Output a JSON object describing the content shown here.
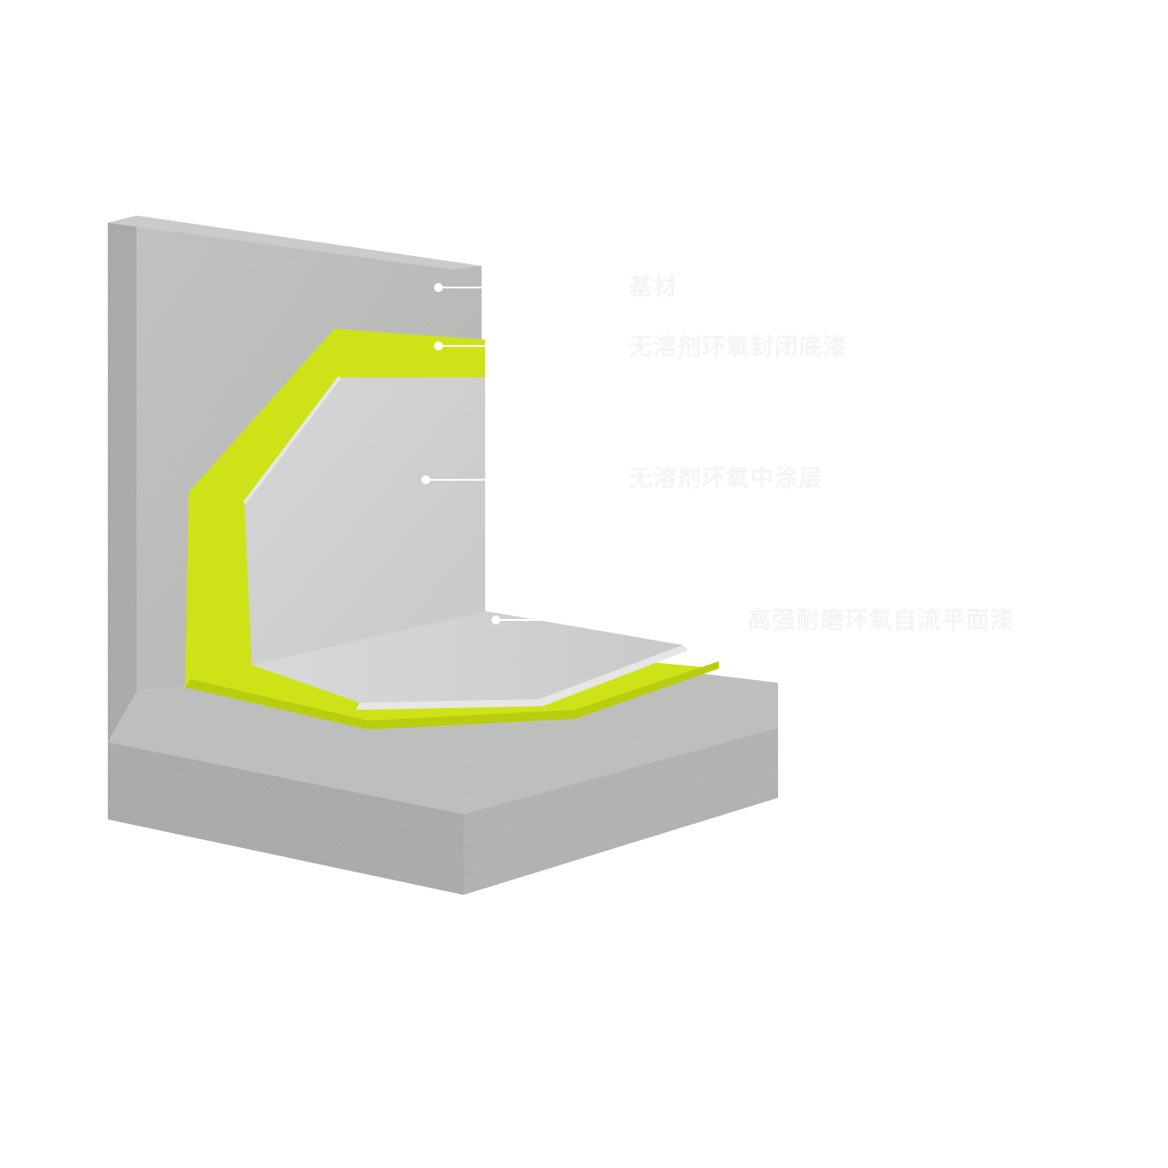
{
  "diagram": {
    "layers": [
      {
        "id": "substrate",
        "label": "基材"
      },
      {
        "id": "primer",
        "label": "无溶剂环氧封闭底漆"
      },
      {
        "id": "mid",
        "label": "无溶剂环氧中涂层"
      },
      {
        "id": "top",
        "label": "高强耐磨环氧自流平面漆"
      }
    ],
    "colors": {
      "concrete": "#b9bab8",
      "concrete_dark": "#9a9b99",
      "concrete_light": "#c8c9c7",
      "primer": "#cde318",
      "primer_dark": "#b8cd10",
      "coat_light": "#d2d2d2",
      "coat_mid": "#c4c4c4",
      "coat_edge": "#e6e6e6",
      "label_text": "#f4f4f4",
      "leader": "#ffffff"
    }
  }
}
